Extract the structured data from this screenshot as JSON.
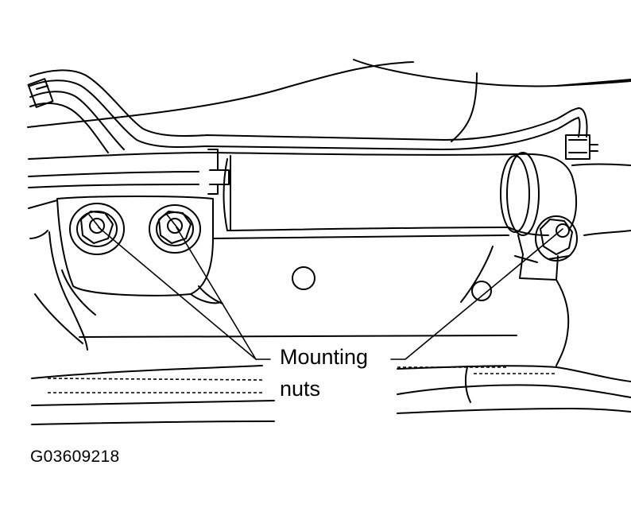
{
  "callout": {
    "line1": "Mounting",
    "line2": "nuts"
  },
  "figure_id": "G03609218",
  "colors": {
    "ink": "#000000",
    "paper": "#ffffff"
  }
}
